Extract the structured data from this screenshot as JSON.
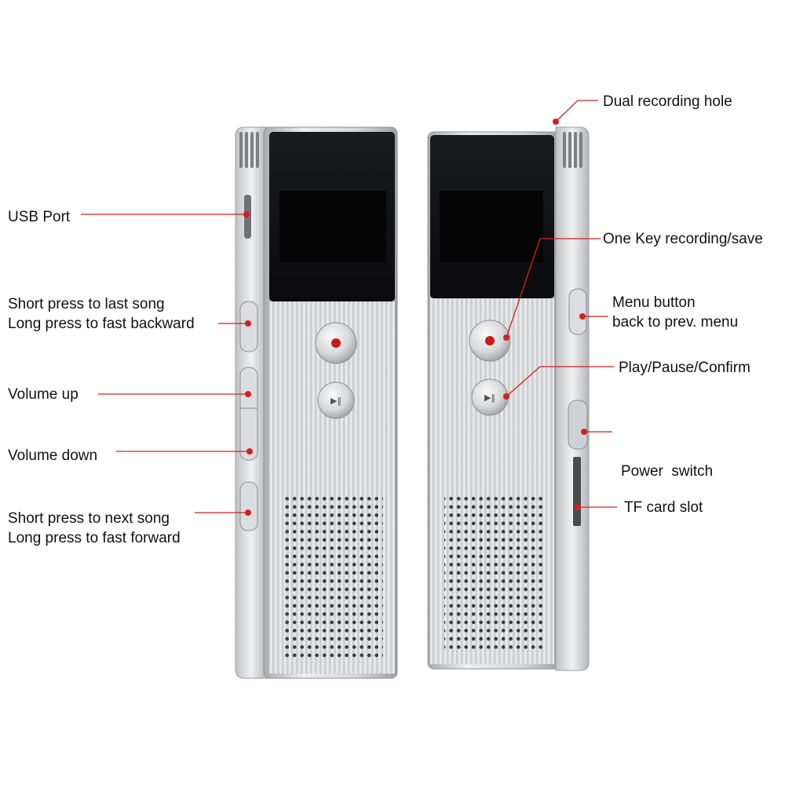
{
  "accent_color": "#d42020",
  "labels": {
    "usb_port": "USB Port",
    "last_song_line1": "Short press to last song",
    "last_song_line2": "Long press to fast backward",
    "volume_up": "Volume up",
    "volume_down": "Volume down",
    "next_song_line1": "Short press to next song",
    "next_song_line2": "Long press to fast forward",
    "dual_recording_hole": "Dual recording hole",
    "one_key_recording": "One Key recording/save",
    "menu_line1": "Menu button",
    "menu_line2": "back to prev. menu",
    "play_pause": "Play/Pause/Confirm",
    "power_switch": "Power  switch",
    "tf_card_slot": "TF card slot"
  },
  "icons": [
    "record-dot-icon",
    "play-pause-icon",
    "speaker-grille",
    "microphone-grille"
  ]
}
